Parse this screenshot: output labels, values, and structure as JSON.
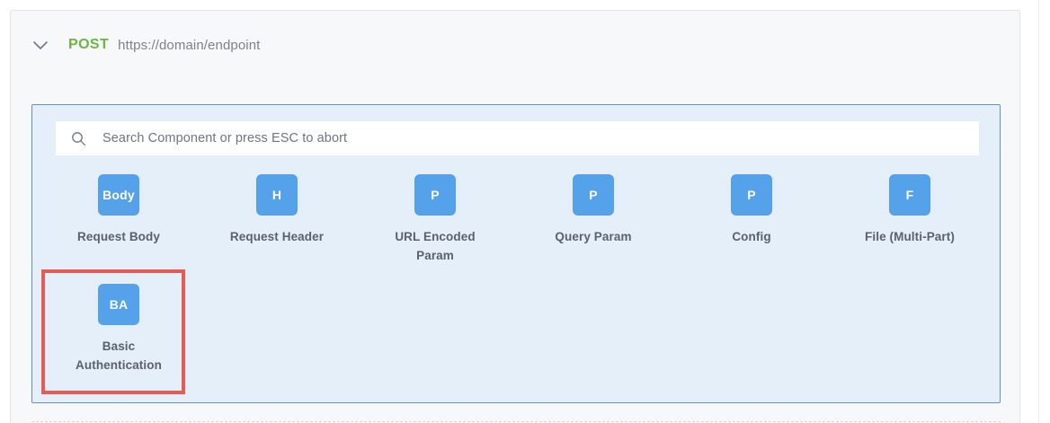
{
  "request": {
    "collapse_icon": "chevron-down-icon",
    "method": "POST",
    "method_color": "#69b741",
    "url": "https://domain/endpoint"
  },
  "picker": {
    "border_color": "#5d94b9",
    "background_color": "#e5eff9",
    "search": {
      "icon": "search-icon",
      "value": "",
      "placeholder": "Search Component or press ESC to abort"
    },
    "accent_color": "#55a2ea",
    "highlight_color": "#e85b53",
    "components": [
      {
        "badge": "Body",
        "label": "Request Body",
        "highlighted": false
      },
      {
        "badge": "H",
        "label": "Request Header",
        "highlighted": false
      },
      {
        "badge": "P",
        "label": "URL Encoded Param",
        "highlighted": false
      },
      {
        "badge": "P",
        "label": "Query Param",
        "highlighted": false
      },
      {
        "badge": "P",
        "label": "Config",
        "highlighted": false
      },
      {
        "badge": "F",
        "label": "File (Multi-Part)",
        "highlighted": false
      },
      {
        "badge": "BA",
        "label": "Basic Authentication",
        "highlighted": true
      }
    ]
  }
}
